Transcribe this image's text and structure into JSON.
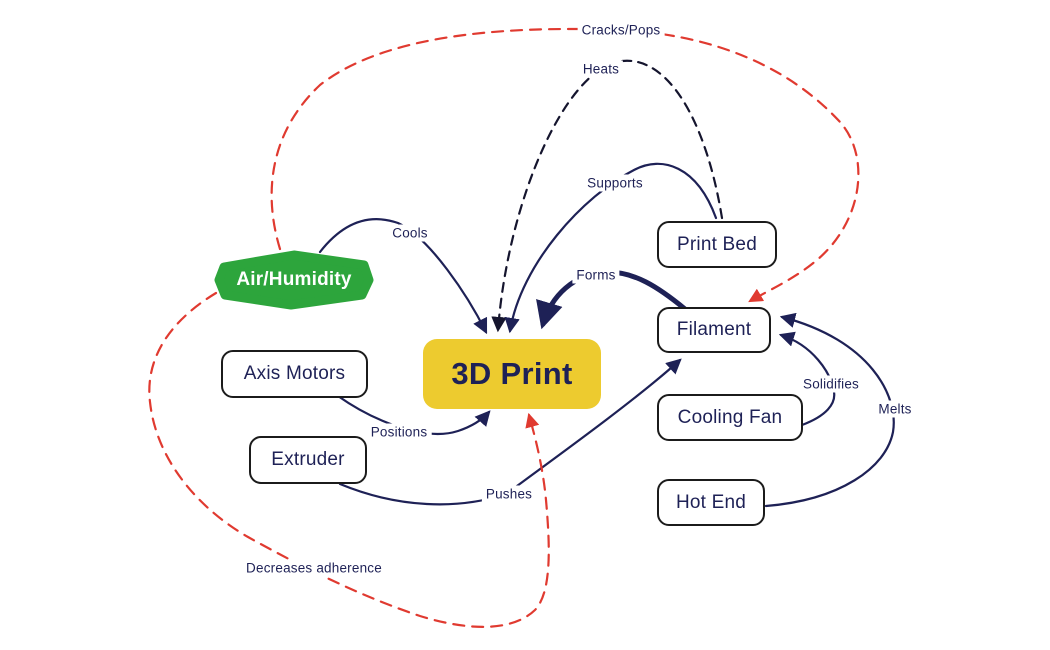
{
  "diagram": {
    "type": "concept-map",
    "center_node": {
      "label": "3D Print"
    },
    "nodes": [
      {
        "id": "air-humidity",
        "label": "Air/Humidity",
        "shape": "hexagon",
        "fill": "#2da53c",
        "text_color": "#ffffff"
      },
      {
        "id": "axis-motors",
        "label": "Axis Motors",
        "shape": "rounded-rect",
        "fill": "#ffffff"
      },
      {
        "id": "extruder",
        "label": "Extruder",
        "shape": "rounded-rect",
        "fill": "#ffffff"
      },
      {
        "id": "print-bed",
        "label": "Print Bed",
        "shape": "rounded-rect",
        "fill": "#ffffff"
      },
      {
        "id": "filament",
        "label": "Filament",
        "shape": "rounded-rect",
        "fill": "#ffffff"
      },
      {
        "id": "cooling-fan",
        "label": "Cooling Fan",
        "shape": "rounded-rect",
        "fill": "#ffffff"
      },
      {
        "id": "hot-end",
        "label": "Hot End",
        "shape": "rounded-rect",
        "fill": "#ffffff"
      }
    ],
    "edges": [
      {
        "label": "Cools",
        "from": "Air/Humidity",
        "to": "3D Print",
        "style": "solid",
        "color": "#1e2156"
      },
      {
        "label": "Heats",
        "from": "Print Bed",
        "to": "3D Print",
        "style": "dashed",
        "color": "#15152e"
      },
      {
        "label": "Supports",
        "from": "Print Bed",
        "to": "3D Print",
        "style": "solid",
        "color": "#1e2156"
      },
      {
        "label": "Forms",
        "from": "Filament",
        "to": "3D Print",
        "style": "solid-thick",
        "color": "#1e2156"
      },
      {
        "label": "Positions",
        "from": "Axis Motors",
        "to": "3D Print",
        "style": "solid",
        "color": "#1e2156"
      },
      {
        "label": "Pushes",
        "from": "Extruder",
        "to": "Filament",
        "style": "solid",
        "color": "#1e2156"
      },
      {
        "label": "Solidifies",
        "from": "Cooling Fan",
        "to": "Filament",
        "style": "solid",
        "color": "#1e2156"
      },
      {
        "label": "Melts",
        "from": "Hot End",
        "to": "Filament",
        "style": "solid",
        "color": "#1e2156"
      },
      {
        "label": "Cracks/Pops",
        "from": "Air/Humidity",
        "to": "Filament",
        "style": "dashed",
        "color": "#e03a30"
      },
      {
        "label": "Decreases adherence",
        "from": "Air/Humidity",
        "to": "3D Print",
        "style": "dashed",
        "color": "#e03a30"
      }
    ],
    "colors": {
      "navy": "#1e2156",
      "ink": "#15152e",
      "red": "#e03a30",
      "green": "#2da53c",
      "yellow": "#edcb2f",
      "node_border": "#1b1b1b",
      "background": "#ffffff"
    }
  }
}
